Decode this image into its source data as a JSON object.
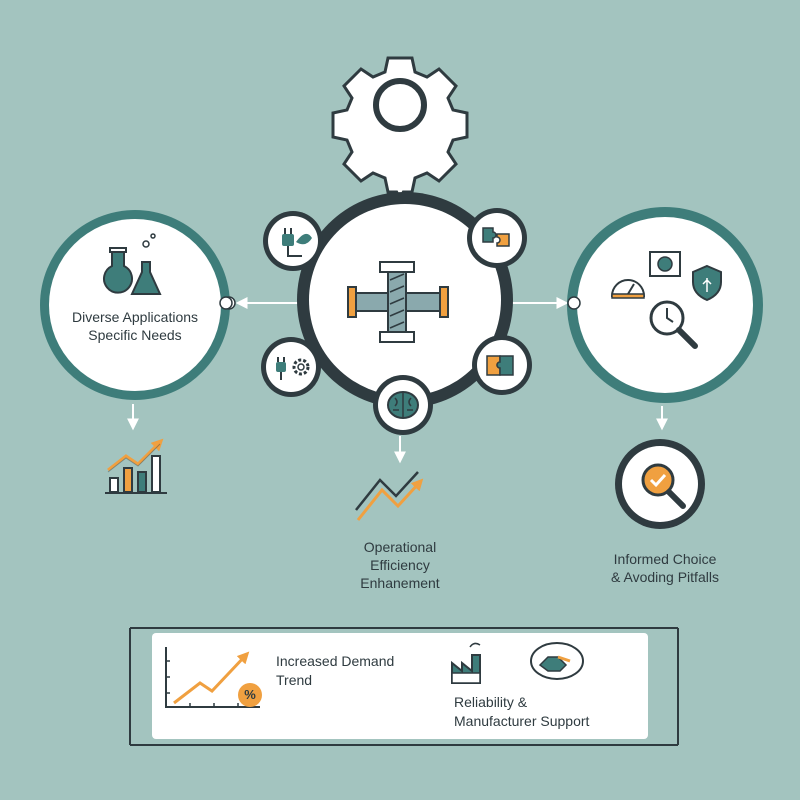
{
  "left_hub": {
    "line1": "Diverse Applications",
    "line2": "Specific Needs"
  },
  "center_bottom": {
    "line1": "Operational",
    "line2": "Efficiency",
    "line3": "Enhanement"
  },
  "right_bottom": {
    "line1": "Informed Choice",
    "line2": "& Avoding Pitfalls"
  },
  "panel": {
    "item1": {
      "line1": "Increased Demand",
      "line2": "Trend"
    },
    "item2": {
      "line1": "Reliability &",
      "line2": "Manufacturer Support"
    },
    "percent_badge": "%"
  },
  "colors": {
    "background": "#a3c4bf",
    "teal": "#3e7d7a",
    "dark": "#2f3b40",
    "orange": "#f0a040",
    "white": "#ffffff"
  }
}
